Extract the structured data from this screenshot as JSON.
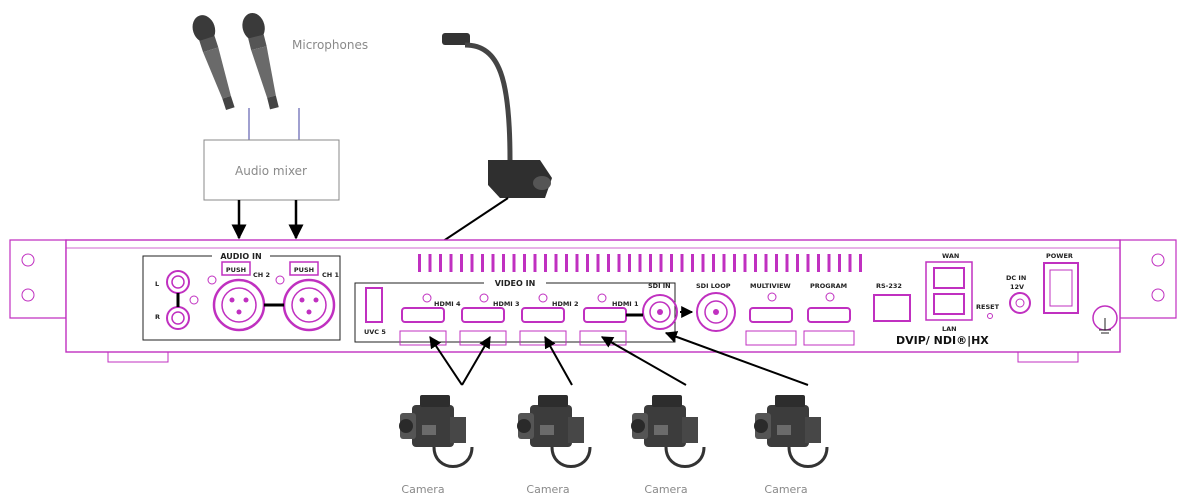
{
  "labels": {
    "microphones": "Microphones",
    "audio_mixer": "Audio mixer",
    "audio_in": "AUDIO IN",
    "audio_l": "L",
    "audio_r": "R",
    "push": "PUSH",
    "ch2": "CH 2",
    "ch1": "CH 1",
    "video_in": "VIDEO IN",
    "uvc": "UVC 5",
    "hdmi4": "HDMI 4",
    "hdmi3": "HDMI 3",
    "hdmi2": "HDMI 2",
    "hdmi1": "HDMI 1",
    "sdi_in": "SDI IN",
    "sdi_loop": "SDI LOOP",
    "multiview": "MULTIVIEW",
    "program": "PROGRAM",
    "rs232": "RS-232",
    "wan": "WAN",
    "lan": "LAN",
    "reset": "RESET",
    "dc_in": "DC IN",
    "dc_v": "12V",
    "power": "POWER",
    "brand": "DVIP/ NDI®|HX",
    "cameras": [
      "Camera",
      "Camera",
      "Camera",
      "Camera"
    ]
  },
  "colors": {
    "panel_outline": "#c030c0",
    "connector": "#b020c0",
    "text_gray": "#8a8a8a",
    "arrow": "#000000"
  }
}
